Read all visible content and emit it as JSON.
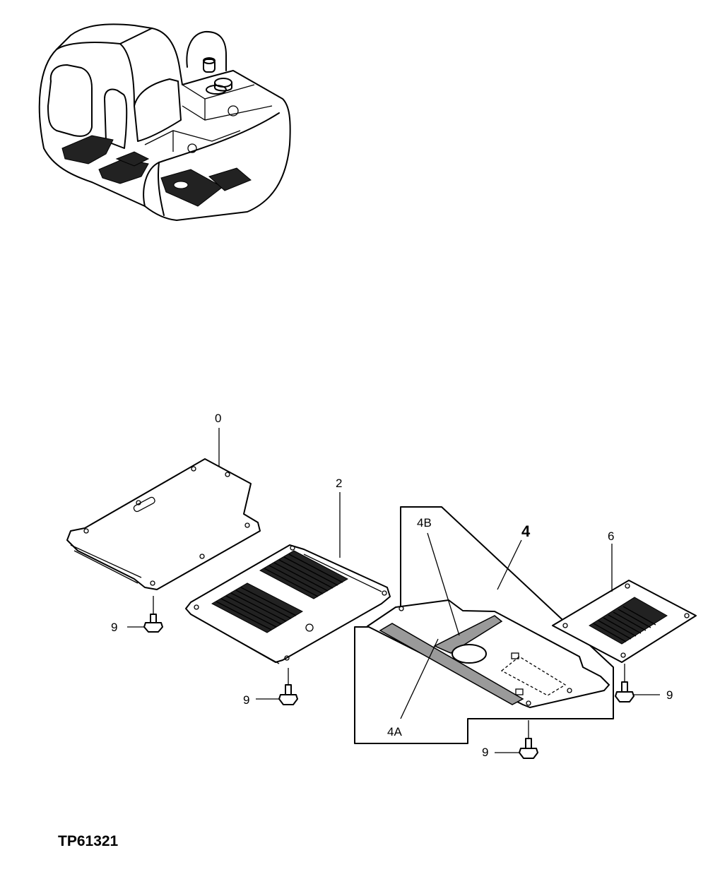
{
  "drawing_code": "TP61321",
  "callouts": {
    "part_0": "0",
    "part_2": "2",
    "part_4": "4",
    "part_4a": "4A",
    "part_4b": "4B",
    "part_6": "6",
    "bolt_9": "9"
  }
}
